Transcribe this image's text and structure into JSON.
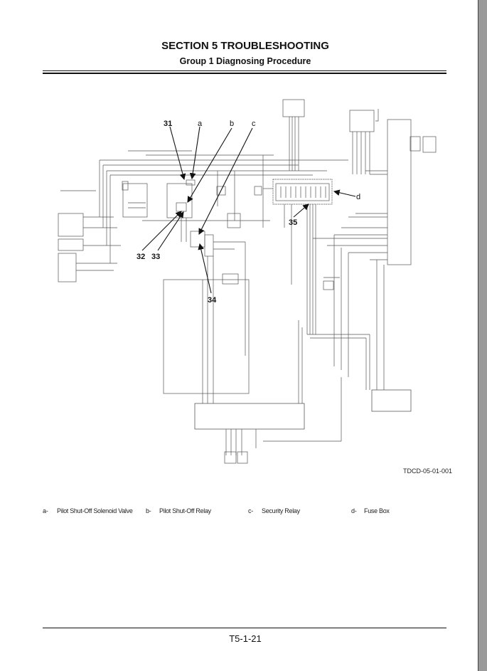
{
  "header": {
    "title": "SECTION 5 TROUBLESHOOTING",
    "subtitle": "Group 1 Diagnosing Procedure"
  },
  "diagram": {
    "callouts": {
      "c31": "31",
      "a": "a",
      "b": "b",
      "c": "c",
      "d": "d",
      "c32": "32",
      "c33": "33",
      "c34": "34",
      "c35": "35"
    },
    "figure_code": "TDCD-05-01-001"
  },
  "legend": [
    {
      "key": "a-",
      "label": "Pilot Shut-Off Solenoid Valve"
    },
    {
      "key": "b-",
      "label": "Pilot Shut-Off Relay"
    },
    {
      "key": "c-",
      "label": "Security Relay"
    },
    {
      "key": "d-",
      "label": "Fuse Box"
    }
  ],
  "footer": {
    "page_number": "T5-1-21"
  }
}
